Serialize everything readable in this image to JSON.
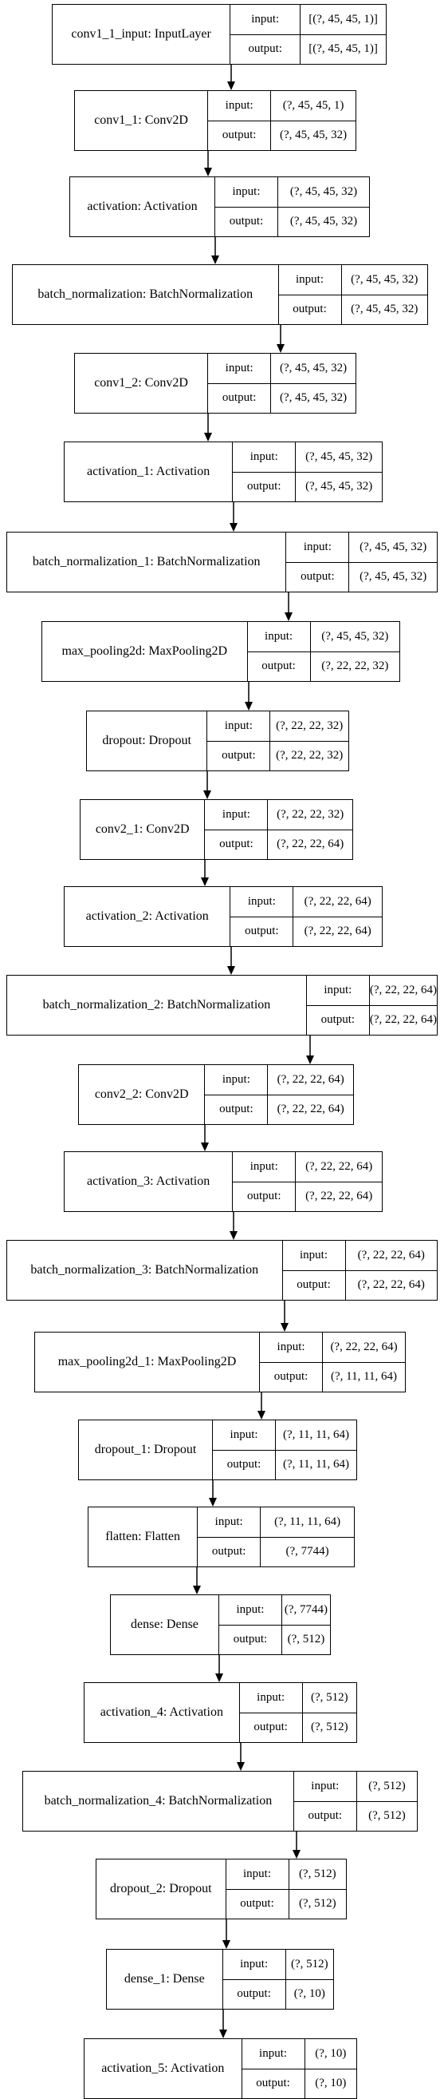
{
  "diagram": {
    "labels": {
      "input": "input:",
      "output": "output:"
    },
    "layers": [
      {
        "name": "conv1_1_input: InputLayer",
        "input": "[(?, 45, 45, 1)]",
        "output": "[(?, 45, 45, 1)]"
      },
      {
        "name": "conv1_1: Conv2D",
        "input": "(?, 45, 45, 1)",
        "output": "(?, 45, 45, 32)"
      },
      {
        "name": "activation: Activation",
        "input": "(?, 45, 45, 32)",
        "output": "(?, 45, 45, 32)"
      },
      {
        "name": "batch_normalization: BatchNormalization",
        "input": "(?, 45, 45, 32)",
        "output": "(?, 45, 45, 32)"
      },
      {
        "name": "conv1_2: Conv2D",
        "input": "(?, 45, 45, 32)",
        "output": "(?, 45, 45, 32)"
      },
      {
        "name": "activation_1: Activation",
        "input": "(?, 45, 45, 32)",
        "output": "(?, 45, 45, 32)"
      },
      {
        "name": "batch_normalization_1: BatchNormalization",
        "input": "(?, 45, 45, 32)",
        "output": "(?, 45, 45, 32)"
      },
      {
        "name": "max_pooling2d: MaxPooling2D",
        "input": "(?, 45, 45, 32)",
        "output": "(?, 22, 22, 32)"
      },
      {
        "name": "dropout: Dropout",
        "input": "(?, 22, 22, 32)",
        "output": "(?, 22, 22, 32)"
      },
      {
        "name": "conv2_1: Conv2D",
        "input": "(?, 22, 22, 32)",
        "output": "(?, 22, 22, 64)"
      },
      {
        "name": "activation_2: Activation",
        "input": "(?, 22, 22, 64)",
        "output": "(?, 22, 22, 64)"
      },
      {
        "name": "batch_normalization_2: BatchNormalization",
        "input": "(?, 22, 22, 64)",
        "output": "(?, 22, 22, 64)"
      },
      {
        "name": "conv2_2: Conv2D",
        "input": "(?, 22, 22, 64)",
        "output": "(?, 22, 22, 64)"
      },
      {
        "name": "activation_3: Activation",
        "input": "(?, 22, 22, 64)",
        "output": "(?, 22, 22, 64)"
      },
      {
        "name": "batch_normalization_3: BatchNormalization",
        "input": "(?, 22, 22, 64)",
        "output": "(?, 22, 22, 64)"
      },
      {
        "name": "max_pooling2d_1: MaxPooling2D",
        "input": "(?, 22, 22, 64)",
        "output": "(?, 11, 11, 64)"
      },
      {
        "name": "dropout_1: Dropout",
        "input": "(?, 11, 11, 64)",
        "output": "(?, 11, 11, 64)"
      },
      {
        "name": "flatten: Flatten",
        "input": "(?, 11, 11, 64)",
        "output": "(?, 7744)"
      },
      {
        "name": "dense: Dense",
        "input": "(?, 7744)",
        "output": "(?, 512)"
      },
      {
        "name": "activation_4: Activation",
        "input": "(?, 512)",
        "output": "(?, 512)"
      },
      {
        "name": "batch_normalization_4: BatchNormalization",
        "input": "(?, 512)",
        "output": "(?, 512)"
      },
      {
        "name": "dropout_2: Dropout",
        "input": "(?, 512)",
        "output": "(?, 512)"
      },
      {
        "name": "dense_1: Dense",
        "input": "(?, 512)",
        "output": "(?, 10)"
      },
      {
        "name": "activation_5: Activation",
        "input": "(?, 10)",
        "output": "(?, 10)"
      }
    ]
  }
}
